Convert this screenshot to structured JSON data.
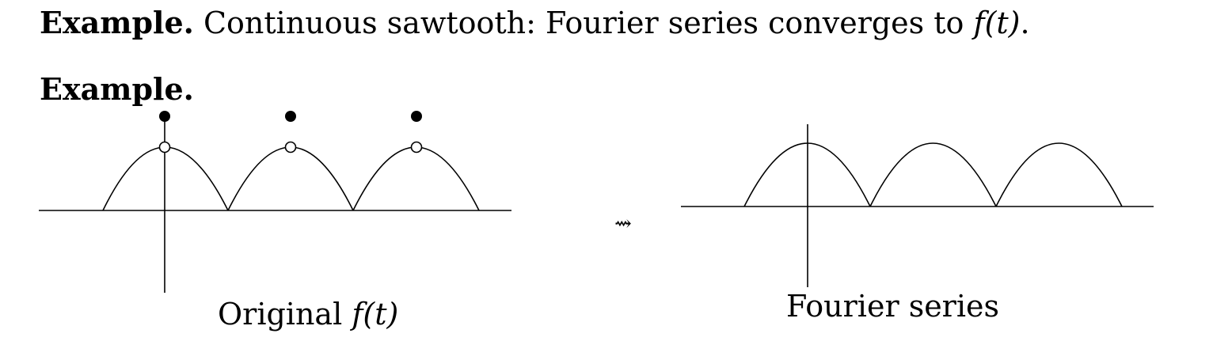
{
  "heading1": {
    "label": "Example.",
    "text": "Continuous sawtooth: Fourier series converges to",
    "math": "f(t)",
    "end": "."
  },
  "heading2": {
    "label": "Example."
  },
  "figure_left": {
    "caption_text": "Original",
    "caption_math": "f(t)"
  },
  "figure_right": {
    "caption": "Fourier series"
  },
  "arrow": "⇝"
}
